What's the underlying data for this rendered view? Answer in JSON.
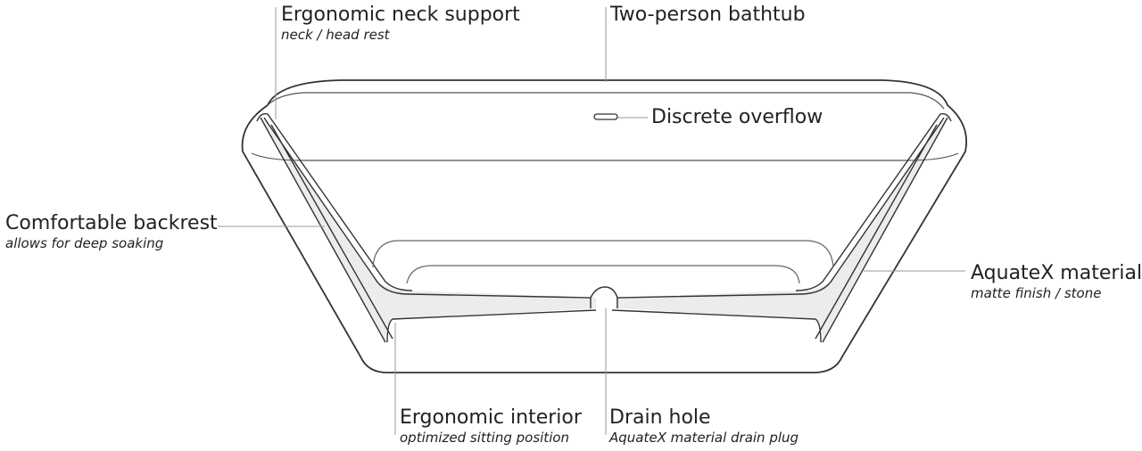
{
  "callouts": {
    "neck_support": {
      "title": "Ergonomic neck support",
      "subtitle": "neck / head rest"
    },
    "two_person": {
      "title": "Two-person bathtub"
    },
    "overflow": {
      "title": "Discrete overflow"
    },
    "backrest": {
      "title": "Comfortable backrest",
      "subtitle": "allows for deep soaking"
    },
    "material": {
      "title": "AquateX material",
      "subtitle": "matte finish / stone"
    },
    "interior": {
      "title": "Ergonomic interior",
      "subtitle": "optimized sitting position"
    },
    "drain": {
      "title": "Drain hole",
      "subtitle": "AquateX material drain plug"
    }
  },
  "colors": {
    "line": "#333333",
    "leader": "#9a9a9a",
    "section_fill": "#ececec"
  }
}
